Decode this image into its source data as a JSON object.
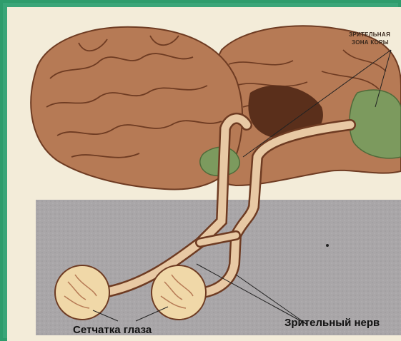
{
  "labels": {
    "visual_cortex_line1": "ЗРИТЕЛЬНАЯ",
    "visual_cortex_line2": "ЗОНА КОРЫ",
    "retina": "Сетчатка глаза",
    "optic_nerve": "Зрительный нерв"
  },
  "colors": {
    "frame": "#3aa578",
    "background": "#f3ecd9",
    "brain": "#b67a55",
    "brain_dark": "#6e3b22",
    "visual_cortex": "#7c9a5e",
    "gray_panel": "#a9a6a8",
    "nerve": "#e8c9a4",
    "eye": "#f0d8a8"
  }
}
